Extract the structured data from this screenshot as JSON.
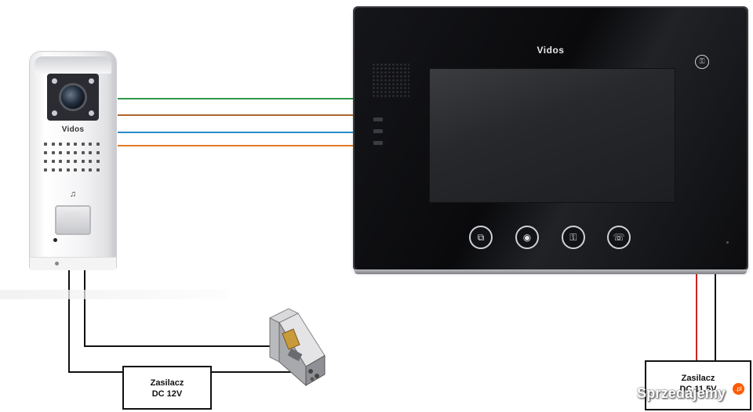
{
  "outdoor_panel": {
    "brand": "Vidos",
    "bell_icon": "bell-icon"
  },
  "monitor": {
    "brand": "Vidos",
    "buttons": [
      {
        "name": "monitor-view-button",
        "icon": "camera-view-icon",
        "glyph": "⧉"
      },
      {
        "name": "monitor-menu-button",
        "icon": "record-circle-icon",
        "glyph": "◉"
      },
      {
        "name": "monitor-unlock-button",
        "icon": "key-icon",
        "glyph": "⚿"
      },
      {
        "name": "monitor-talk-button",
        "icon": "handset-talk-icon",
        "glyph": "☏"
      }
    ],
    "top_right_icon": "unlock-gate-icon"
  },
  "power_supply_12v": {
    "line1": "Zasilacz",
    "line2": "DC 12V"
  },
  "power_supply_monitor": {
    "line1": "Zasilacz",
    "line2": "DC 11.5V"
  },
  "wire_colors": {
    "green": "#2e9a4a",
    "brown": "#b0642c",
    "blue": "#2a8cc8",
    "orange": "#e37a24",
    "black": "#111111",
    "red": "#cc2222"
  },
  "watermark": {
    "text": "Sprzedajemy",
    "badge": ".pl"
  }
}
